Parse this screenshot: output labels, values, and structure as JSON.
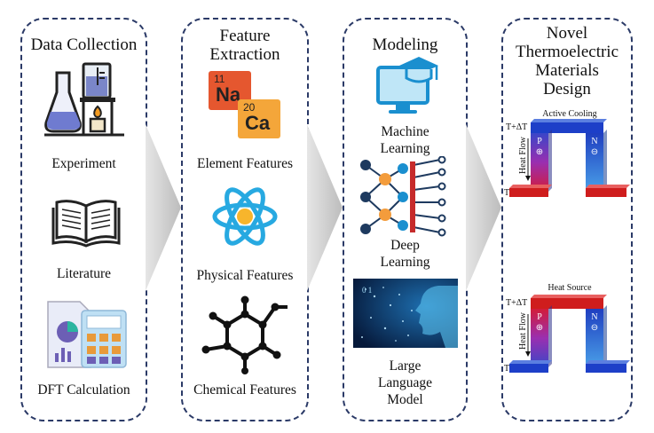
{
  "columns": [
    {
      "title": "Data Collection",
      "items": [
        {
          "label": "Experiment",
          "icon": "lab-flask-icon"
        },
        {
          "label": "Literature",
          "icon": "open-book-icon"
        },
        {
          "label": "DFT Calculation",
          "icon": "calculator-chart-icon"
        }
      ]
    },
    {
      "title_lines": [
        "Feature",
        "Extraction"
      ],
      "items": [
        {
          "label": "Element Features",
          "icon": "periodic-element-icon"
        },
        {
          "label": "Physical Features",
          "icon": "atom-icon"
        },
        {
          "label": "Chemical Features",
          "icon": "molecule-icon"
        }
      ]
    },
    {
      "title": "Modeling",
      "items": [
        {
          "label_lines": [
            "Machine",
            "Learning"
          ],
          "icon": "monitor-grad-cap-icon"
        },
        {
          "label_lines": [
            "Deep",
            "Learning"
          ],
          "icon": "neural-network-icon"
        },
        {
          "label_lines": [
            "Large",
            "Language",
            "Model"
          ],
          "icon": "ai-face-image"
        }
      ]
    },
    {
      "title_lines": [
        "Novel",
        "Thermoelectric",
        "Materials",
        "Design"
      ],
      "devices": [
        {
          "caption": "Active Cooling",
          "top_label": "T+ΔT",
          "bottom_label": "T",
          "flow": "Heat Flow",
          "p_leg": "P",
          "p_sign": "⊕",
          "n_leg": "N",
          "n_sign": "⊖"
        },
        {
          "caption": "Heat Source",
          "top_label": "T+ΔT",
          "bottom_label": "T",
          "flow": "Heat Flow",
          "p_leg": "P",
          "p_sign": "⊕",
          "n_leg": "N",
          "n_sign": "⊖"
        }
      ]
    }
  ],
  "element_tiles": [
    {
      "number": "11",
      "symbol": "Na"
    },
    {
      "number": "20",
      "symbol": "Ca"
    }
  ],
  "colors": {
    "panel_border": "#2b3a67",
    "arrow": "#c8c8c8",
    "hot": "#d01c1c",
    "cold": "#1f4fc8",
    "accent_blue": "#27a9e1",
    "accent_orange": "#f39c3c"
  }
}
